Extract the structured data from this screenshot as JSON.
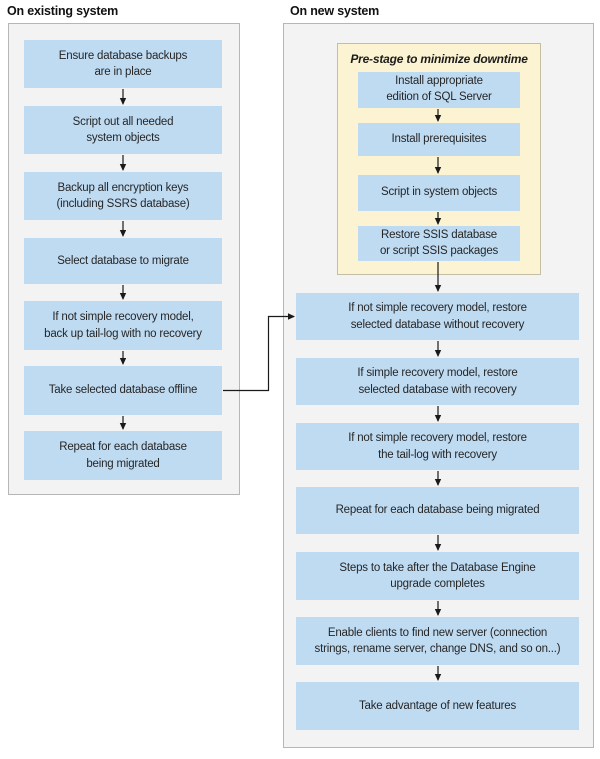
{
  "headings": {
    "existing": "On existing system",
    "new": "On new system"
  },
  "existing_steps": [
    "Ensure database backups\nare in place",
    "Script out all needed\nsystem objects",
    "Backup all encryption keys\n(including SSRS database)",
    "Select database to migrate",
    "If not simple recovery model,\nback up tail-log with no recovery",
    "Take selected database offline",
    "Repeat for each database\nbeing migrated"
  ],
  "prestage": {
    "title": "Pre-stage to minimize downtime",
    "steps": [
      "Install appropriate\nedition of SQL Server",
      "Install prerequisites",
      "Script in system objects",
      "Restore SSIS database\nor script SSIS packages"
    ]
  },
  "new_steps": [
    "If not simple recovery model, restore\nselected database without recovery",
    "If simple recovery model, restore\nselected database with recovery",
    "If not simple recovery model, restore\nthe tail-log with recovery",
    "Repeat for each database being migrated",
    "Steps to take after the Database Engine\nupgrade completes",
    "Enable clients to find new server (connection\nstrings, rename server, change DNS, and so on...)",
    "Take advantage of new features"
  ],
  "colors": {
    "node_fill": "#bfdbf2",
    "prestage_fill": "#fbf3d1",
    "prestage_border": "#c4bfa4",
    "panel_fill": "#f3f3f4",
    "panel_border": "#b6b6b6",
    "arrow": "#1a1a1a",
    "text": "#262626"
  }
}
